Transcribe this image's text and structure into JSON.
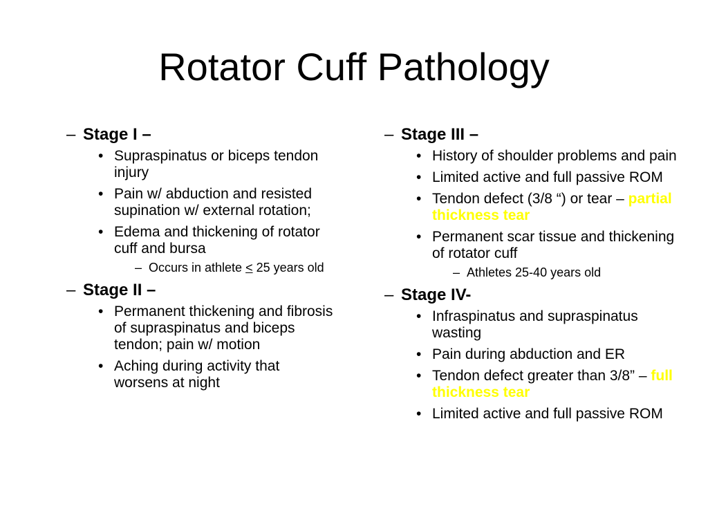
{
  "slide": {
    "title": "Rotator Cuff Pathology"
  },
  "markers": {
    "stage": "–",
    "bullet": "•",
    "sub": "–"
  },
  "colors": {
    "background": "#ffffff",
    "text": "#000000",
    "highlight": "#ffff00"
  },
  "left": {
    "stage1": {
      "label": "Stage I –",
      "bullets": [
        "Supraspinatus or biceps tendon injury",
        "Pain w/ abduction and resisted supination w/ external rotation;",
        "Edema and thickening of rotator cuff and bursa"
      ],
      "sub": {
        "before": "Occurs in athlete ",
        "symbol": "<",
        "after": " 25 years old"
      }
    },
    "stage2": {
      "label": "Stage II –",
      "bullets": [
        "Permanent thickening and fibrosis of supraspinatus and biceps tendon; pain w/ motion",
        "Aching during activity that worsens at night"
      ]
    }
  },
  "right": {
    "stage3": {
      "label": "Stage III –",
      "bullets": [
        "History of shoulder problems and pain",
        "Limited active and full passive ROM",
        "Tendon defect (3/8 “) or tear – ",
        "Permanent scar tissue and thickening of rotator cuff"
      ],
      "highlight": "partial thickness tear",
      "sub": "Athletes 25-40 years old"
    },
    "stage4": {
      "label": "Stage IV-",
      "bullets": [
        "Infraspinatus and supraspinatus  wasting",
        "Pain during abduction and ER",
        "Tendon defect greater than 3/8” – ",
        "Limited active and full passive ROM"
      ],
      "highlight": "full thickness tear"
    }
  }
}
